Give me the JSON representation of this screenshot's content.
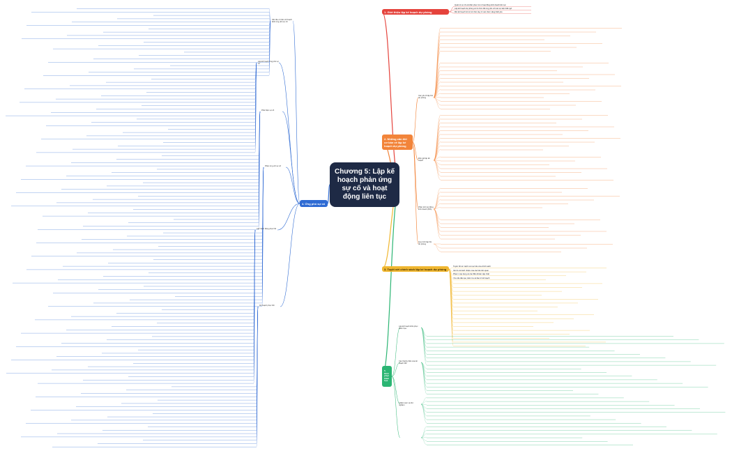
{
  "central": {
    "title": "Chương 5: Lập kế hoạch phản ứng sự cố và hoạt động liên tục"
  },
  "colors": {
    "b1": "#e5433c",
    "b2": "#f2843a",
    "b3": "#f0b731",
    "b4": "#2f6bd3",
    "b5": "#2bb573",
    "central": "#1e2a45"
  },
  "branches": {
    "b1": "1. Giới thiệu lập kế hoạch dự phòng",
    "b2": "2. Những cân đối cơ bản về lập kế hoạch dự phòng",
    "b3": "3. Tuyệt vời chính sách lập kế hoạch dự phòng",
    "b4": "4. Ứng phó sự cố",
    "b5": "5. Khôi phục thảm họa"
  },
  "sub": {
    "b4": [
      "Kết cấu cơ bản về hoạch định ứng phó sự cố",
      "Lập kế hoạch ứng phó sự cố",
      "Phát hiện sự cố",
      "Phản ứng với sự cố",
      "Các hành động phục hồi",
      "Kế hoạch phục hồi"
    ],
    "b2": [
      "Các yếu tố lập KH dự phòng",
      "Đội ngũ lập kế hoạch",
      "Phân tích tác động kinh doanh (BIA)",
      "Quy trình lập KH dự phòng"
    ],
    "b5": [
      "Lập kế hoạch khôi phục thảm họa",
      "Các thành phần của kế hoạch DR",
      "Chiến lược và thử nghiệm"
    ]
  },
  "leaves": {
    "b1": [
      "Quản trị sự cố và khắc phục rủi ro hoạt động kinh doanh liên tục",
      "Lập kế hoạch dự phòng có tổ chức để ứng phó với các sự kiện bất ngờ",
      "Mỗi kế hoạch hỗ trợ tổ chức duy trì các chức năng thiết yếu"
    ],
    "b3": [
      "Tuyên bố sứ mệnh và mục tiêu của chính sách",
      "Vai trò và trách nhiệm của các bên liên quan",
      "Phạm vi áp dụng và các điều khoản cập nhật",
      "Yêu cầu đào tạo, kiểm tra và bảo trì kế hoạch"
    ]
  }
}
